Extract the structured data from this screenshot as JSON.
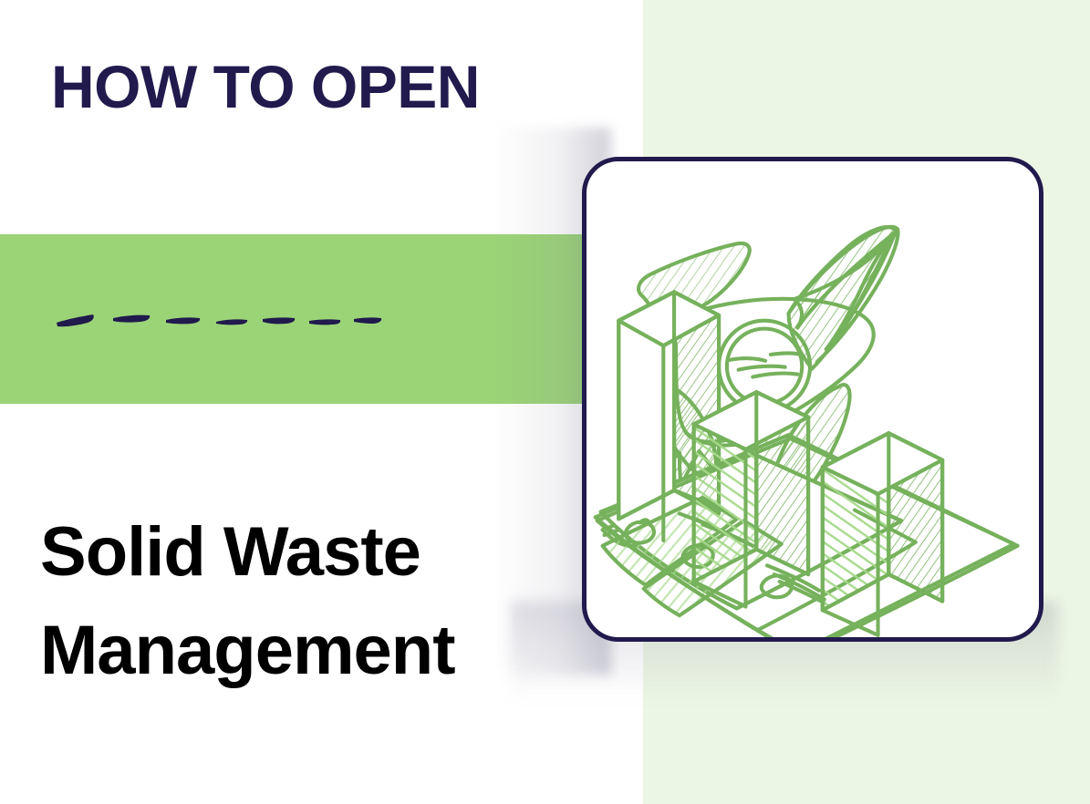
{
  "poster": {
    "headline": "HOW TO OPEN",
    "subtitle_line_1": "Solid Waste",
    "subtitle_line_2": "Management",
    "colors": {
      "navy": "#211a4d",
      "band_green": "#9bd477",
      "panel_green": "#ecf6e4",
      "illustration_green": "#76b15c",
      "illustration_fill_green": "#a5d98a",
      "subtitle_black": "#000000",
      "card_background": "#ffffff"
    }
  },
  "accent_band": {
    "label": "green-accent-band"
  },
  "arrow": {
    "label": "dashed-arrow",
    "direction": "right",
    "style": "hand-drawn dashed"
  },
  "illustration": {
    "label": "rocket-and-growth-chart",
    "elements": [
      "rocket-icon",
      "rocket-window-icon",
      "rocket-fin-left",
      "rocket-fin-right",
      "rocket-flame",
      "bar-chart-3d",
      "bar-1",
      "bar-2",
      "bar-3",
      "document-sheet-back",
      "document-sheet-front"
    ]
  }
}
